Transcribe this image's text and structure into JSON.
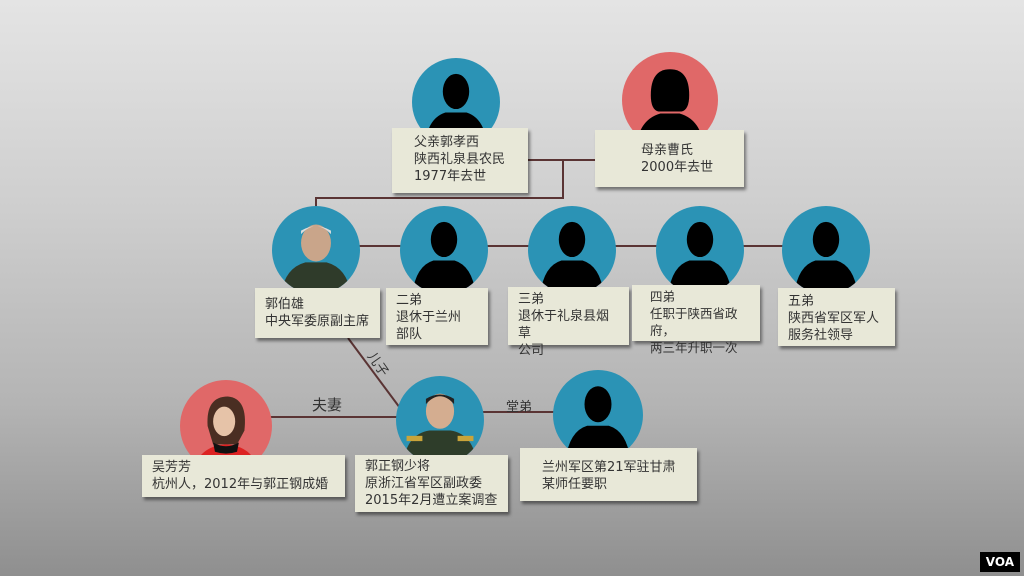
{
  "colors": {
    "male": "#2b93b5",
    "female": "#e06868",
    "line": "#5a3434",
    "box": "#e8e8d8"
  },
  "people": {
    "father": {
      "icon": "male-silhouette-icon",
      "text": "父亲郭孝西\n陕西礼泉县农民\n1977年去世"
    },
    "mother": {
      "icon": "female-silhouette-icon",
      "text": "母亲曹氏\n2000年去世"
    },
    "guo_boxiong": {
      "icon": "photo-guo-boxiong",
      "text": "郭伯雄\n中央军委原副主席"
    },
    "brother2": {
      "icon": "male-silhouette-icon",
      "text": "二弟\n退休于兰州\n部队"
    },
    "brother3": {
      "icon": "male-silhouette-icon",
      "text": "三弟\n退休于礼泉县烟草\n公司"
    },
    "brother4": {
      "icon": "male-silhouette-icon",
      "text": "四弟\n任职于陕西省政府，\n两三年升职一次"
    },
    "brother5": {
      "icon": "male-silhouette-icon",
      "text": "五弟\n陕西省军区军人\n服务社领导"
    },
    "wife": {
      "icon": "photo-wu-fangfang",
      "text": "吴芳芳\n杭州人，2012年与郭正钢成婚"
    },
    "son": {
      "icon": "photo-guo-zhenggang",
      "text": "郭正钢少将\n原浙江省军区副政委\n2015年2月遭立案调查"
    },
    "cousin": {
      "icon": "male-silhouette-icon",
      "text": "兰州军区第21军驻甘肃\n某师任要职"
    }
  },
  "relations": {
    "son": "儿子",
    "spouse": "夫妻",
    "cousin": "堂弟"
  },
  "logo": "VOA"
}
